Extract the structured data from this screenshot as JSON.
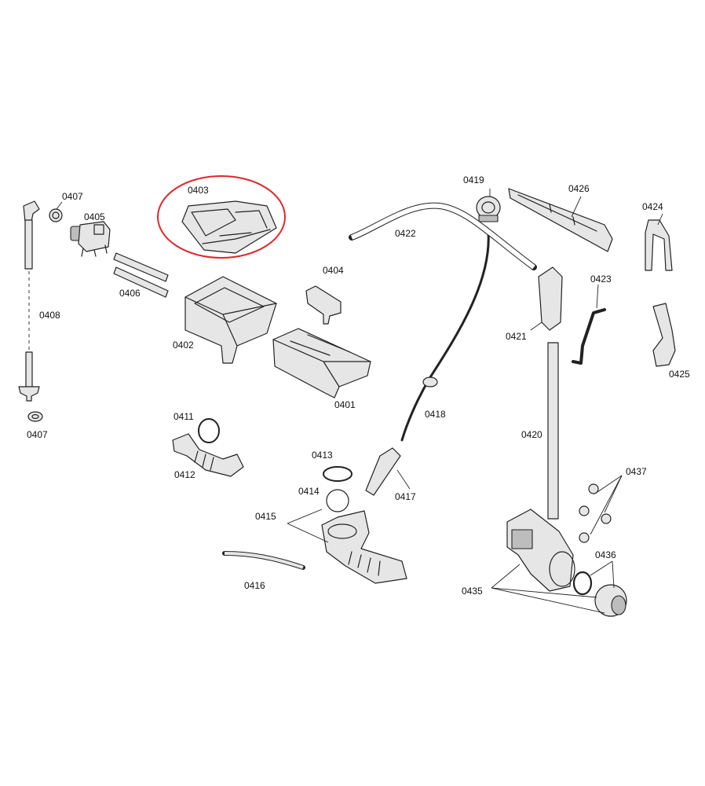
{
  "highlight_color": "#e0262b",
  "labels": {
    "p0401": "0401",
    "p0402": "0402",
    "p0403": "0403",
    "p0404": "0404",
    "p0405": "0405",
    "p0406": "0406",
    "p0407a": "0407",
    "p0407b": "0407",
    "p0408": "0408",
    "p0411": "0411",
    "p0412": "0412",
    "p0413": "0413",
    "p0414": "0414",
    "p0415": "0415",
    "p0416": "0416",
    "p0417": "0417",
    "p0418": "0418",
    "p0419": "0419",
    "p0420": "0420",
    "p0421": "0421",
    "p0422": "0422",
    "p0423": "0423",
    "p0424": "0424",
    "p0425": "0425",
    "p0426": "0426",
    "p0435": "0435",
    "p0436": "0436",
    "p0437": "0437"
  }
}
